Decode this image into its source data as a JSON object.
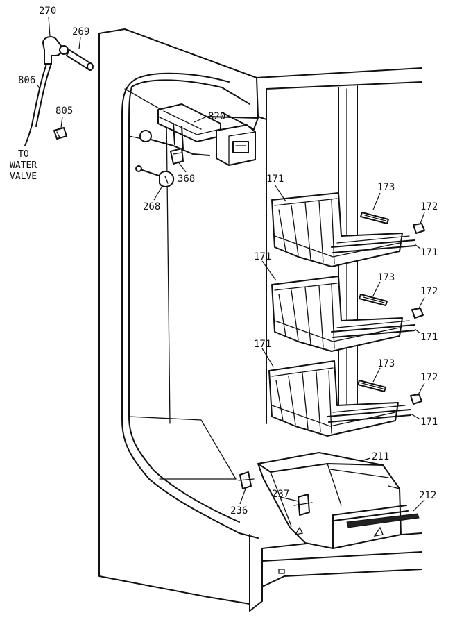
{
  "labels": {
    "p270": "270",
    "p269": "269",
    "p806": "806",
    "p805": "805",
    "to_water_valve": [
      "TO",
      "WATER",
      "VALVE"
    ],
    "p820": "820",
    "p368": "368",
    "p268": "268",
    "p171a": "171",
    "p173a": "173",
    "p172a": "172",
    "p171b": "171",
    "p171c": "171",
    "p173b": "173",
    "p172b": "172",
    "p171d": "171",
    "p171e": "171",
    "p173c": "173",
    "p172c": "172",
    "p171f": "171",
    "p211": "211",
    "p237": "237",
    "p212": "212",
    "p236": "236"
  }
}
